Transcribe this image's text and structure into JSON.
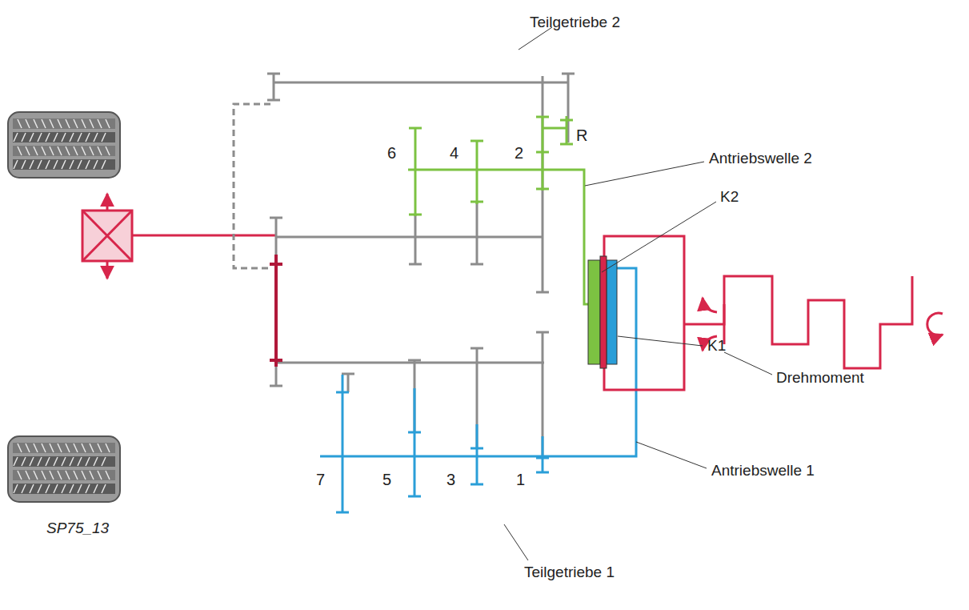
{
  "diagram": {
    "nodes": [
      {
        "text": [
          "Teilgetriebe 2"
        ]
      },
      {
        "text": [
          "Teilgetriebe 1"
        ]
      }
    ],
    "labels": [
      "6",
      "4",
      "2",
      "R",
      "Antriebswelle 2",
      "K2",
      "Drehmoment",
      "K1",
      "Antriebswelle 1",
      "7",
      "5",
      "3",
      "1",
      "SP75_13"
    ]
  }
}
